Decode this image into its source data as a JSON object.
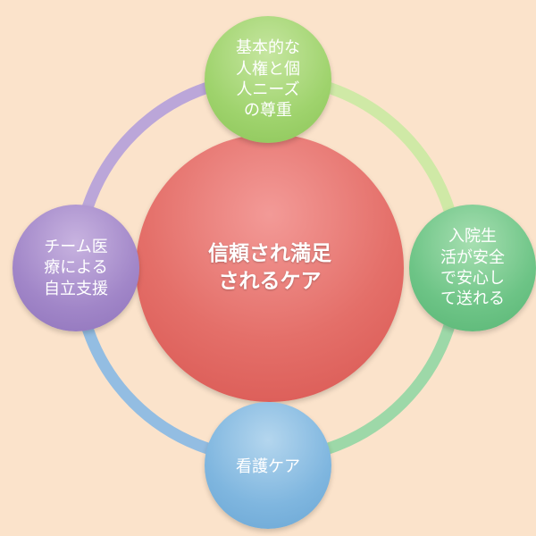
{
  "diagram": {
    "center": {
      "label": "信頼され満足\n されるケア",
      "color": "#e06763"
    },
    "nodes": [
      {
        "id": "top",
        "label": "基本的な\n人権と個\n人ニーズ\nの尊重",
        "color": "#9fd36d"
      },
      {
        "id": "right",
        "label": "入院生\n活が安全\nで安心し\nて送れる",
        "color": "#6dc486"
      },
      {
        "id": "bottom",
        "label": "看護ケア",
        "color": "#7fb6df"
      },
      {
        "id": "left",
        "label": "チーム医\n療による\n自立支援",
        "color": "#a186c8"
      }
    ],
    "ring_arcs": [
      {
        "from": "top",
        "to": "right",
        "color": "#cfe9a6"
      },
      {
        "from": "right",
        "to": "bottom",
        "color": "#9dd8a8"
      },
      {
        "from": "bottom",
        "to": "left",
        "color": "#93bde2"
      },
      {
        "from": "left",
        "to": "top",
        "color": "#bba6d9"
      }
    ],
    "background": "#fbe3cb"
  }
}
